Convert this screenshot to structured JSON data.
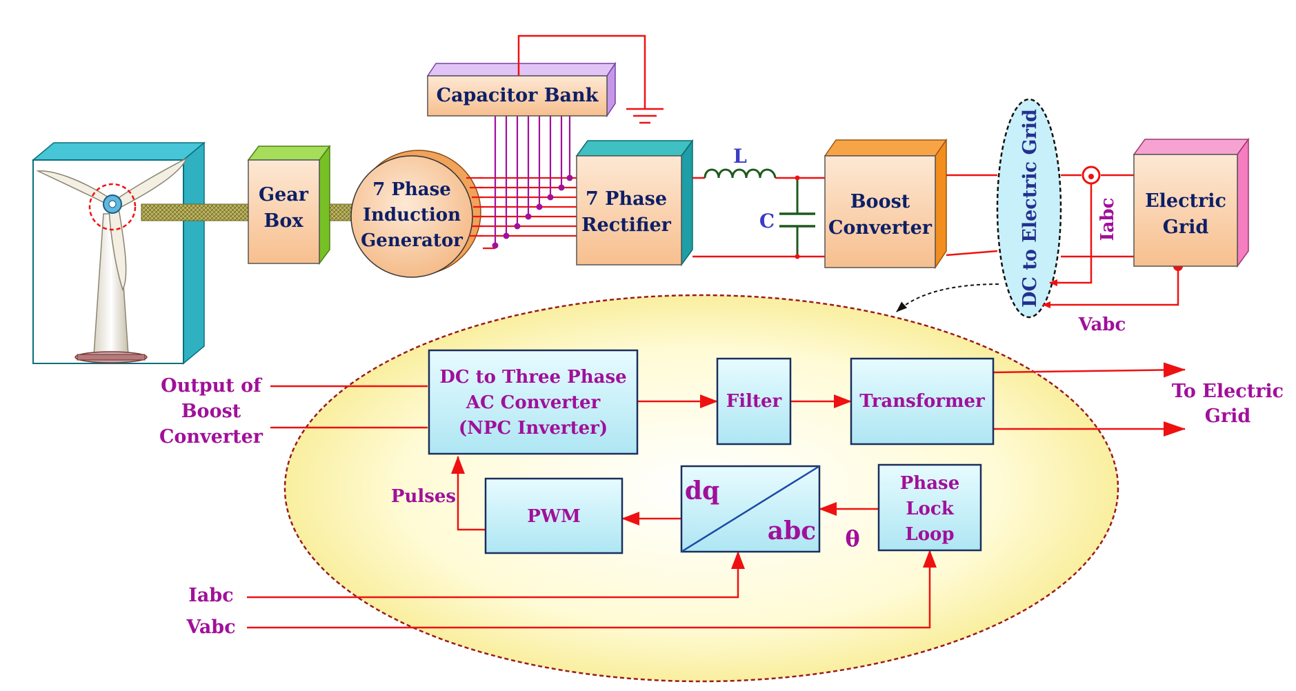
{
  "colors": {
    "wire": "#ee1111",
    "busPurple": "#a0109a",
    "label": "#0d1f66",
    "purpleText": "#a0109a",
    "yellowFill": "#fff7b8",
    "boxCyan": "#bfeef8",
    "boxPeach": "#fbd0a8",
    "teal": "#2fb9c9",
    "green": "#77c126",
    "orange": "#f28d1e",
    "lavender": "#cfa4ec",
    "pink": "#f47ec0",
    "dcBlue": "#24308f",
    "capGreen": "#1c5a1c",
    "ellipseDash": "#9b1a1a"
  },
  "icons": {
    "windTurbine": "wind-turbine-icon",
    "ground": "ground-icon",
    "inductor": "inductor-icon",
    "capacitor": "capacitor-icon",
    "currentSensor": "current-sensor-icon"
  },
  "top": {
    "gearbox": [
      "Gear",
      "Box"
    ],
    "generator": [
      "7 Phase",
      "Induction",
      "Generator"
    ],
    "capacitor_bank": "Capacitor Bank",
    "rectifier": [
      "7 Phase",
      "Rectifier"
    ],
    "inductor_label": "L",
    "capacitor_label": "C",
    "boost": [
      "Boost",
      "Converter"
    ],
    "dc_to_grid": "DC to Electric Grid",
    "iabc": "Iabc",
    "vabc": "Vabc",
    "grid": [
      "Electric",
      "Grid"
    ]
  },
  "bottom": {
    "inverter": [
      "DC to Three Phase",
      "AC Converter",
      "(NPC Inverter)"
    ],
    "filter": "Filter",
    "transformer": "Transformer",
    "to_grid": [
      "To Electric",
      "Grid"
    ],
    "boost_output": [
      "Output of",
      "Boost",
      "Converter"
    ],
    "pulses": "Pulses",
    "pwm": "PWM",
    "dq": "dq",
    "abc": "abc",
    "pll": [
      "Phase",
      "Lock",
      "Loop"
    ],
    "theta": "θ",
    "iabc": "Iabc",
    "vabc": "Vabc"
  }
}
